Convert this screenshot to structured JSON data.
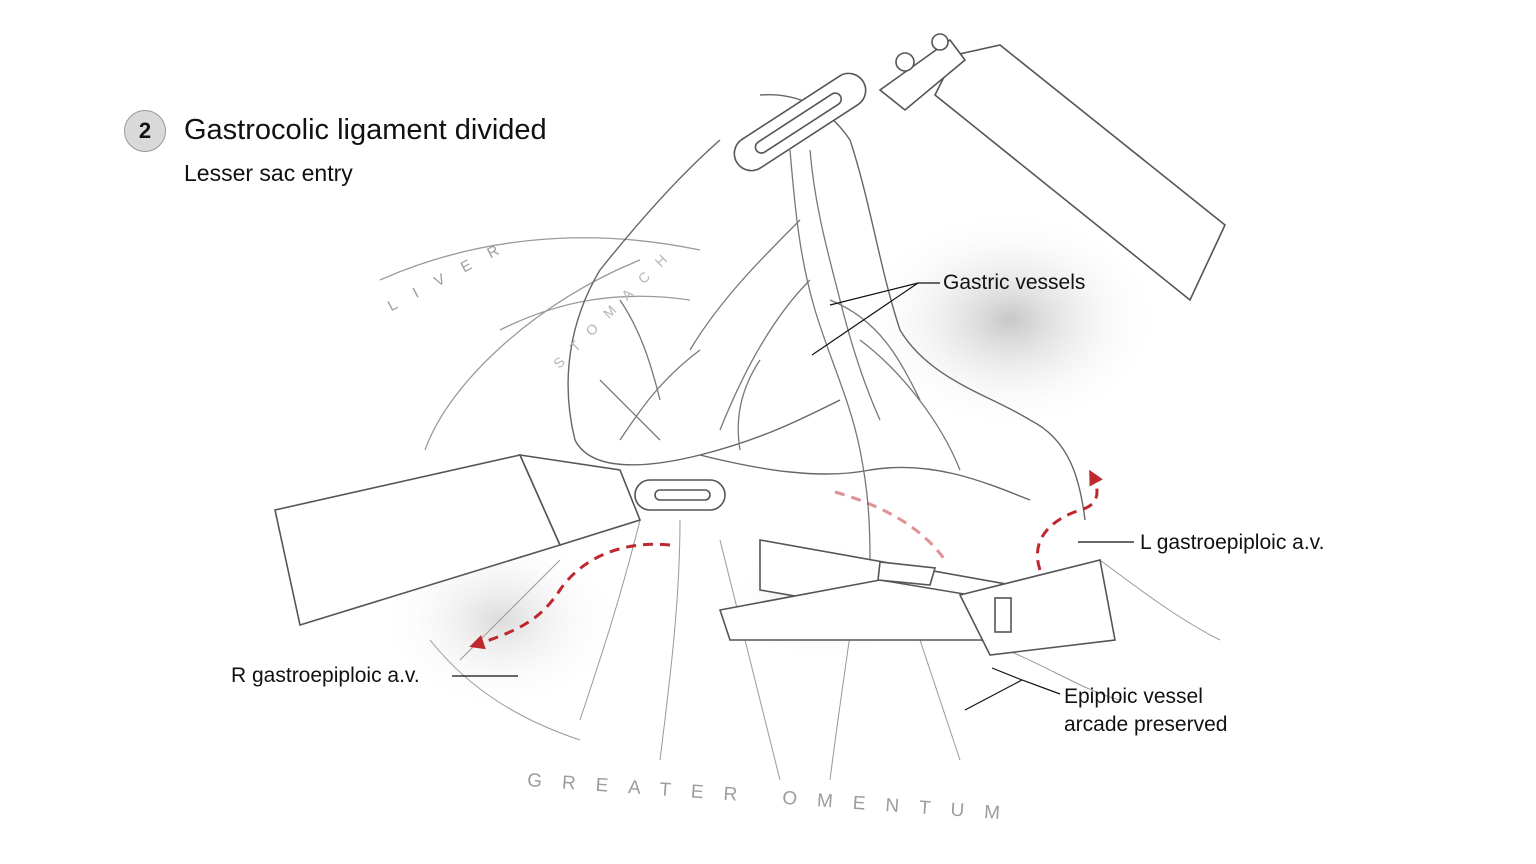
{
  "step": {
    "number": "2",
    "title": "Gastrocolic ligament divided",
    "subtitle": "Lesser sac entry"
  },
  "labels": {
    "gastric_vessels": "Gastric vessels",
    "l_gastroepiploic": "L gastroepiploic a.v.",
    "r_gastroepiploic": "R gastroepiploic a.v.",
    "epiploic_line1": "Epiploic vessel",
    "epiploic_line2": "arcade preserved"
  },
  "organ_labels": {
    "liver": "LIVER",
    "stomach": "STOMACH",
    "omentum": "GREATER OMENTUM"
  },
  "colors": {
    "text": "#111111",
    "sketch": "#555555",
    "arrow": "#c0262d",
    "organ_label": "#9d9d9d"
  }
}
